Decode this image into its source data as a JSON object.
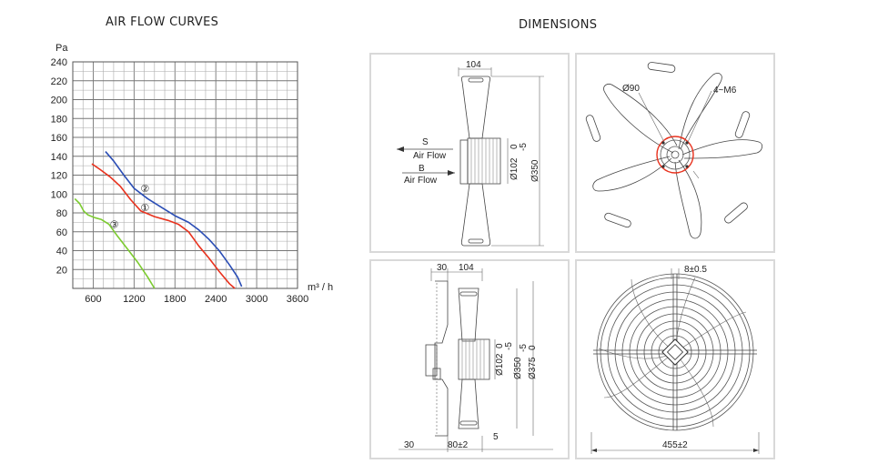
{
  "titles": {
    "air_flow": "AIR FLOW CURVES",
    "dimensions": "DIMENSIONS"
  },
  "chart_data": {
    "type": "line",
    "title": "AIR FLOW CURVES",
    "ylabel": "Pa",
    "xlabel": "m³ / h",
    "xlim": [
      300,
      3600
    ],
    "ylim": [
      0,
      240
    ],
    "x_ticks": [
      600,
      1200,
      1800,
      2400,
      3000,
      3600
    ],
    "y_ticks": [
      20,
      40,
      60,
      80,
      100,
      120,
      140,
      160,
      180,
      200,
      220,
      240
    ],
    "grid": true,
    "series": [
      {
        "name": "②",
        "color": "#2a4db5",
        "x": [
          780,
          900,
          1050,
          1200,
          1400,
          1600,
          1800,
          2000,
          2150,
          2300,
          2450,
          2600,
          2720,
          2780
        ],
        "y": [
          145,
          135,
          120,
          106,
          95,
          86,
          77,
          70,
          62,
          52,
          40,
          25,
          12,
          2
        ]
      },
      {
        "name": "①",
        "color": "#e8321e",
        "x": [
          580,
          700,
          850,
          1000,
          1150,
          1300,
          1500,
          1700,
          1850,
          2000,
          2150,
          2300,
          2450,
          2600,
          2680
        ],
        "y": [
          132,
          126,
          118,
          108,
          94,
          82,
          76,
          72,
          68,
          60,
          45,
          32,
          18,
          5,
          0
        ]
      },
      {
        "name": "③",
        "color": "#7ccb30",
        "x": [
          330,
          400,
          460,
          520,
          620,
          720,
          830,
          950,
          1100,
          1250,
          1400,
          1500
        ],
        "y": [
          95,
          90,
          82,
          78,
          75,
          73,
          68,
          56,
          42,
          28,
          12,
          0
        ]
      }
    ]
  },
  "dim1": {
    "width": "104",
    "s": "S",
    "air_flow_s": "Air Flow",
    "b": "B",
    "air_flow_b": "Air Flow",
    "d102": "Ø102",
    "tol_top": "0",
    "tol_bot": "-5",
    "d350": "Ø350"
  },
  "dim2": {
    "d90": "Ø90",
    "m6": "4~M6"
  },
  "dim3": {
    "w30": "30",
    "w104": "104",
    "d102": "Ø102",
    "tol_top": "0",
    "tol_bot": "-5",
    "d350": "Ø350",
    "d375_tol_top": "-5",
    "d375_tol_bot": "0",
    "d375": "Ø375",
    "b30": "30",
    "b80": "80±2",
    "b5": "5"
  },
  "dim4": {
    "slot": "8±0.5",
    "width": "455±2"
  }
}
